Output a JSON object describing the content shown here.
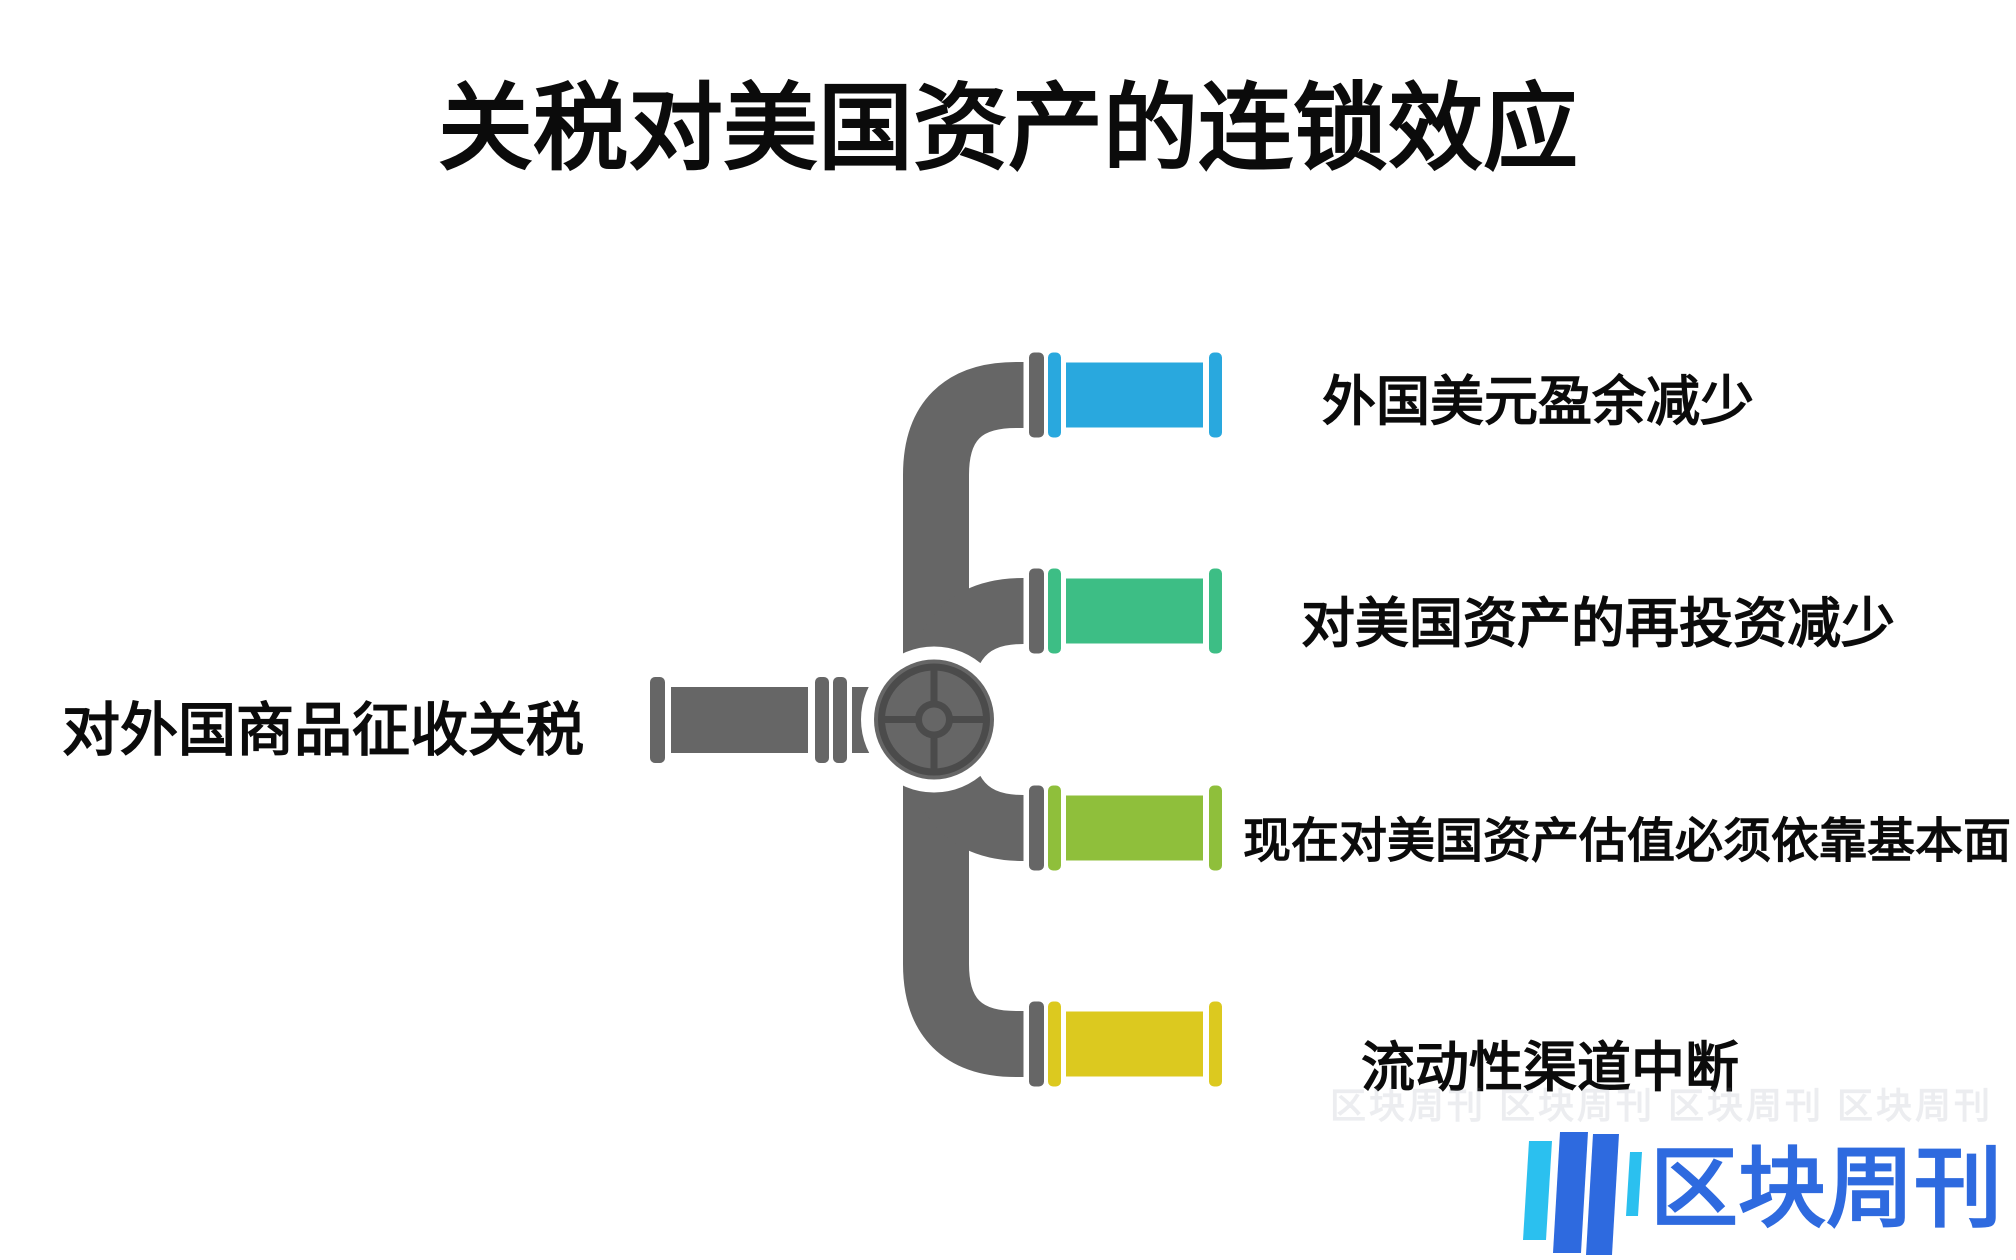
{
  "title": "关税对美国资产的连锁效应",
  "source_label": "对外国商品征收关税",
  "branches": [
    {
      "label": "外国美元盈余减少",
      "color": "#29A8DE"
    },
    {
      "label": "对美国资产的再投资减少",
      "color": "#3DBE85"
    },
    {
      "label": "现在对美国资产估值必须依靠基本面",
      "color": "#8FBF3B"
    },
    {
      "label": "流动性渠道中断",
      "color": "#DCC91F"
    }
  ],
  "pipe": {
    "gray": "#666666",
    "dark": "#4B4B4B",
    "halo": "#FFFFFF"
  },
  "text_color": "#0B0B0B",
  "logo": {
    "text": "区块周刊",
    "blue": "#2E6ADF",
    "cyan": "#2BC0EF"
  },
  "watermark": {
    "text": "区块周刊 区块周刊 区块周刊 区块周刊"
  }
}
